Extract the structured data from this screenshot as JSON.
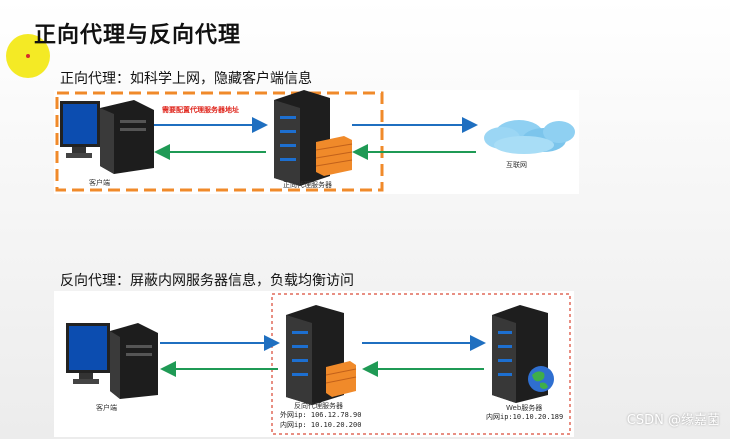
{
  "title": "正向代理与反向代理",
  "forward": {
    "subtitle": "正向代理：如科学上网，隐藏客户端信息",
    "note": "需要配置代理服务器地址",
    "client_label": "客户端",
    "proxy_label": "正向代理服务器",
    "internet_label": "互联网"
  },
  "reverse": {
    "subtitle": "反向代理：屏蔽内网服务器信息，负载均衡访问",
    "client_label": "客户端",
    "proxy_label": "反向代理服务器",
    "proxy_outer_ip": "外网ip: 106.12.78.90",
    "proxy_inner_ip": "内网ip: 10.10.20.200",
    "web_label": "Web服务器",
    "web_inner_ip": "内网ip:10.10.20.189"
  },
  "colors": {
    "arrow_blue": "#1f6fc0",
    "arrow_green": "#1f9a55",
    "dashed_orange": "#f08a2a",
    "dashed_red": "#e06a5a"
  },
  "watermark": "CSDN @缘嘉菌"
}
